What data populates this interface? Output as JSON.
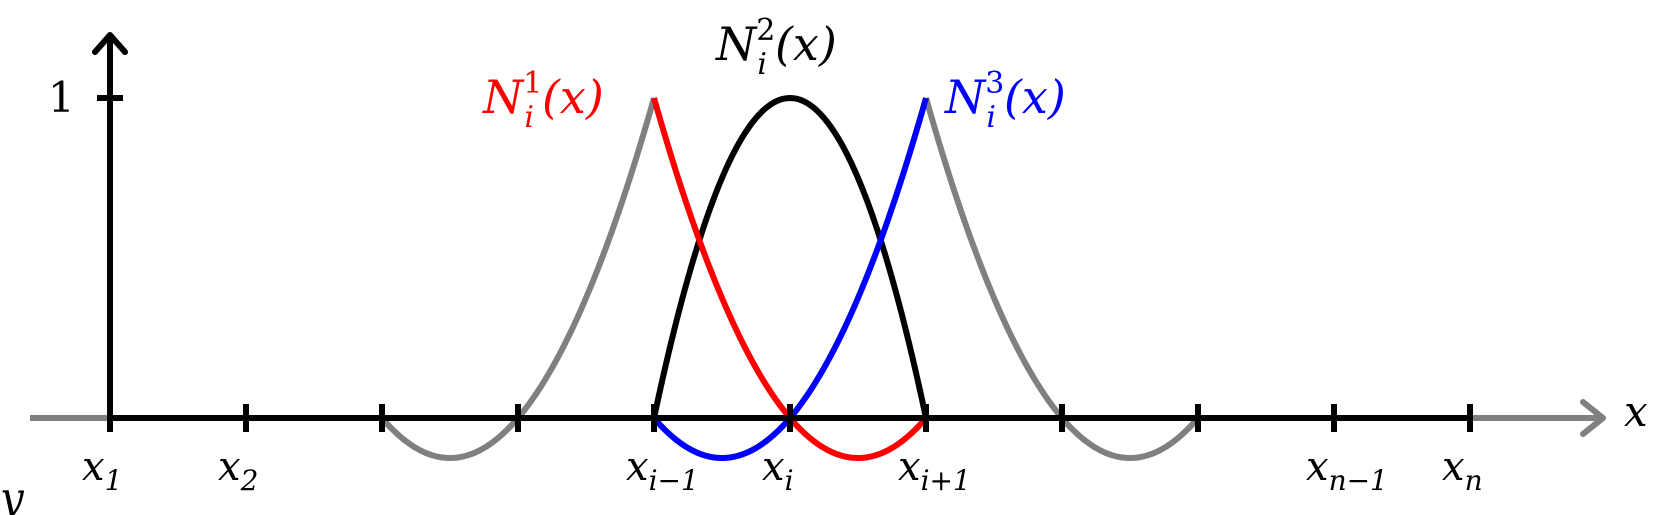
{
  "diagram": {
    "y_tick_value": 1,
    "y_tick_label": "1",
    "x_axis_label": "x",
    "y_axis_label": "y",
    "nodes": [
      {
        "base": "x",
        "sub": "1"
      },
      {
        "base": "x",
        "sub": "2"
      },
      {
        "base": "",
        "sub": ""
      },
      {
        "base": "",
        "sub": ""
      },
      {
        "base": "x",
        "sub": "i−1"
      },
      {
        "base": "x",
        "sub": "i"
      },
      {
        "base": "x",
        "sub": "i+1"
      },
      {
        "base": "",
        "sub": ""
      },
      {
        "base": "",
        "sub": ""
      },
      {
        "base": "x",
        "sub": "n−1"
      },
      {
        "base": "x",
        "sub": "n"
      }
    ],
    "functions": [
      {
        "name": "N_i^1(x)",
        "label_base": "N",
        "label_sub": "i",
        "label_sup": "1",
        "label_arg": "(x)",
        "color": "#ff0000",
        "node_values": [
          1,
          0,
          0
        ],
        "node_span": [
          4,
          6
        ]
      },
      {
        "name": "N_i^2(x)",
        "label_base": "N",
        "label_sub": "i",
        "label_sup": "2",
        "label_arg": "(x)",
        "color": "#000000",
        "node_values": [
          0,
          1,
          0
        ],
        "node_span": [
          4,
          6
        ]
      },
      {
        "name": "N_i^3(x)",
        "label_base": "N",
        "label_sub": "i",
        "label_sup": "3",
        "label_arg": "(x)",
        "color": "#0000ff",
        "node_values": [
          0,
          0,
          1
        ],
        "node_span": [
          4,
          6
        ]
      }
    ],
    "neighbor_functions": [
      {
        "color": "#808080",
        "node_values": [
          0,
          0,
          1
        ],
        "node_span": [
          2,
          4
        ]
      },
      {
        "color": "#808080",
        "node_values": [
          1,
          0,
          0
        ],
        "node_span": [
          6,
          8
        ]
      }
    ],
    "colors": {
      "axis": "#000000",
      "axis_extension": "#808080",
      "neighbor": "#808080"
    }
  }
}
